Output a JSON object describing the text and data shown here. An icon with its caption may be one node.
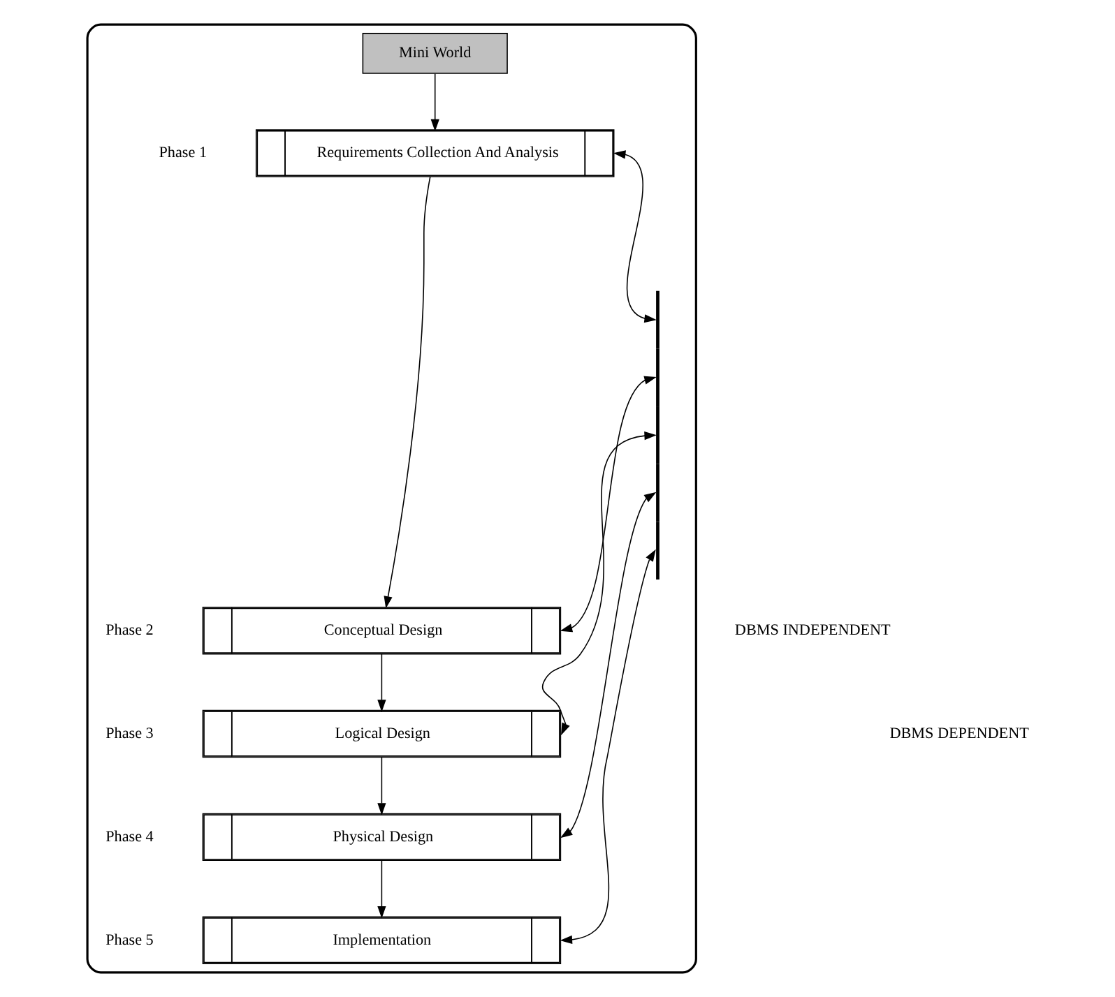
{
  "diagram": {
    "nodes": [
      {
        "text": [],
        "shape": "box"
      },
      {
        "text": [
          "Mini World"
        ],
        "in": 0
      },
      {
        "text": [
          "Requirements Collection And Analysis"
        ],
        "beside": [
          "Phase 1"
        ],
        "in": 0
      },
      {
        "text": [
          "Conceptual Design"
        ],
        "beside": [
          "Phase 2"
        ],
        "in": 0
      },
      {
        "text": [
          "Logical Design"
        ],
        "beside": [
          "Phase 3"
        ],
        "in": 0
      },
      {
        "text": [
          "Physical Design"
        ],
        "beside": [
          "Phase 4"
        ],
        "in": 0
      },
      {
        "text": [
          "Implementation"
        ],
        "beside": [
          "Phase 5"
        ],
        "in": 0
      },
      {
        "text": [],
        "shape": "bar",
        "in": 0
      }
    ],
    "edges": [
      {
        "from": 1,
        "to": 2,
        "arrow": "to"
      },
      {
        "from": 2,
        "to": 3,
        "arrow": "to"
      },
      {
        "from": 3,
        "to": 4,
        "arrow": "to"
      },
      {
        "from": 4,
        "to": 5,
        "arrow": "to"
      },
      {
        "from": 5,
        "to": 6,
        "arrow": "to"
      },
      {
        "from": 2,
        "to": 7,
        "arrow": "both"
      },
      {
        "from": 3,
        "to": 7,
        "arrow": "both"
      },
      {
        "from": 4,
        "to": 7,
        "arrow": "both"
      },
      {
        "from": 5,
        "to": 7,
        "arrow": "both"
      },
      {
        "from": 6,
        "to": 7,
        "arrow": "both"
      }
    ],
    "labels": [
      "DBMS INDEPENDENT",
      "DBMS DEPENDENT"
    ]
  }
}
